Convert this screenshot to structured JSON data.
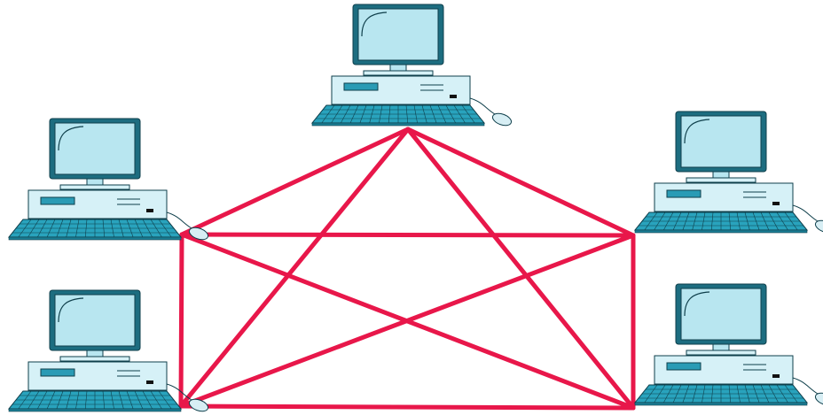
{
  "diagram": {
    "type": "full-mesh-network",
    "node_icon": "desktop-computer-icon",
    "link_color": "#e8174a",
    "computer_colors": {
      "screen": "#b8e6f0",
      "outline": "#1d6d80",
      "case": "#d6f1f7",
      "drive": "#2a9bb5",
      "keyboard": "#29a3bd"
    },
    "nodes": [
      {
        "id": "top"
      },
      {
        "id": "left-upper"
      },
      {
        "id": "right-upper"
      },
      {
        "id": "left-lower"
      },
      {
        "id": "right-lower"
      }
    ],
    "links": [
      [
        "top",
        "left-upper"
      ],
      [
        "top",
        "right-upper"
      ],
      [
        "top",
        "left-lower"
      ],
      [
        "top",
        "right-lower"
      ],
      [
        "left-upper",
        "right-upper"
      ],
      [
        "left-upper",
        "left-lower"
      ],
      [
        "left-upper",
        "right-lower"
      ],
      [
        "right-upper",
        "left-lower"
      ],
      [
        "right-upper",
        "right-lower"
      ],
      [
        "left-lower",
        "right-lower"
      ]
    ]
  }
}
